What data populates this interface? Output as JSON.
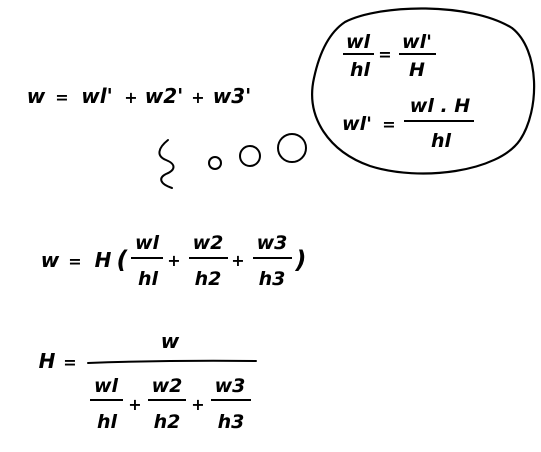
{
  "colors": {
    "background": "#ffffff",
    "ink": "#000000"
  },
  "thought_bubble": {
    "ratio_lhs_num": "wl",
    "ratio_lhs_den": "hl",
    "ratio_eq": "=",
    "ratio_rhs_num": "wl'",
    "ratio_rhs_den": "H",
    "solve_lhs": "wl'",
    "solve_eq": "=",
    "solve_num": "wl . H",
    "solve_den": "hl"
  },
  "sum_equation": {
    "w": "w",
    "eq": "=",
    "t1": "wl'",
    "p1": "+",
    "t2": "w2'",
    "p2": "+",
    "t3": "w3'"
  },
  "factored_equation": {
    "w": "w",
    "eq": "=",
    "h": "H",
    "lparen": "(",
    "f1_num": "wl",
    "f1_den": "hl",
    "p1": "+",
    "f2_num": "w2",
    "f2_den": "h2",
    "p2": "+",
    "f3_num": "w3",
    "f3_den": "h3",
    "rparen": ")"
  },
  "solved_equation": {
    "h": "H",
    "eq": "=",
    "num": "w",
    "d1_num": "wl",
    "d1_den": "hl",
    "p1": "+",
    "d2_num": "w2",
    "d2_den": "h2",
    "p2": "+",
    "d3_num": "w3",
    "d3_den": "h3"
  }
}
